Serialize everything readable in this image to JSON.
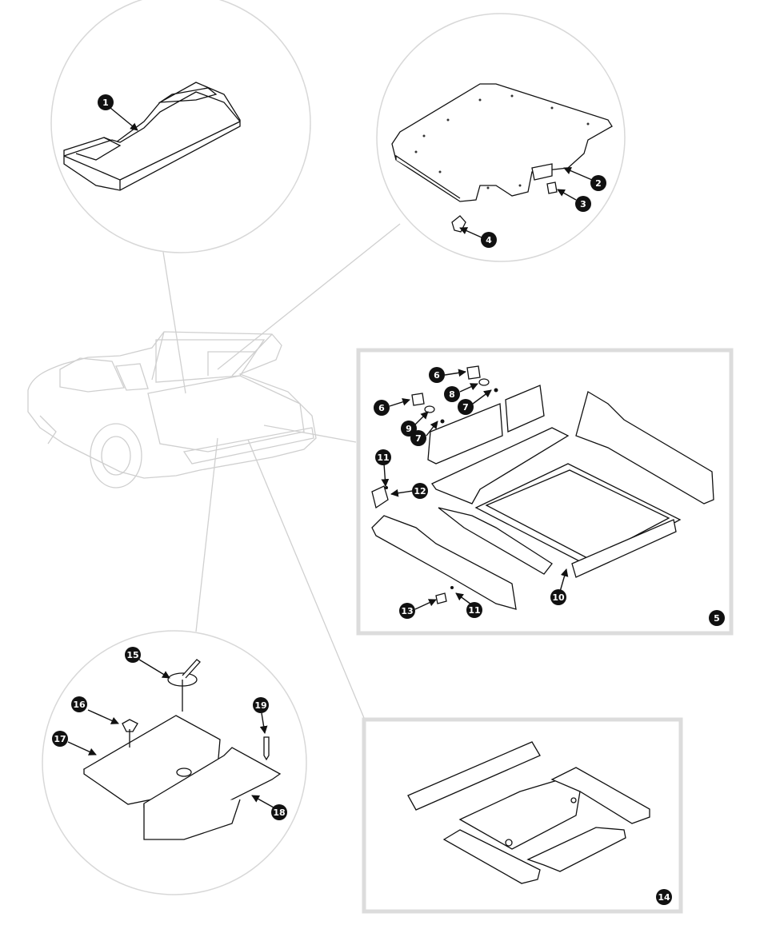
{
  "diagram": {
    "labels": {
      "part_1": "1",
      "part_2": "2",
      "part_3": "3",
      "part_4": "4",
      "part_5": "5",
      "part_6a": "6",
      "part_6b": "6",
      "part_7a": "7",
      "part_7b": "7",
      "part_8": "8",
      "part_9": "9",
      "part_10": "10",
      "part_11a": "11",
      "part_11b": "11",
      "part_12": "12",
      "part_13": "13",
      "part_14": "14",
      "part_15": "15",
      "part_16": "16",
      "part_17": "17",
      "part_18": "18",
      "part_19": "19"
    }
  }
}
